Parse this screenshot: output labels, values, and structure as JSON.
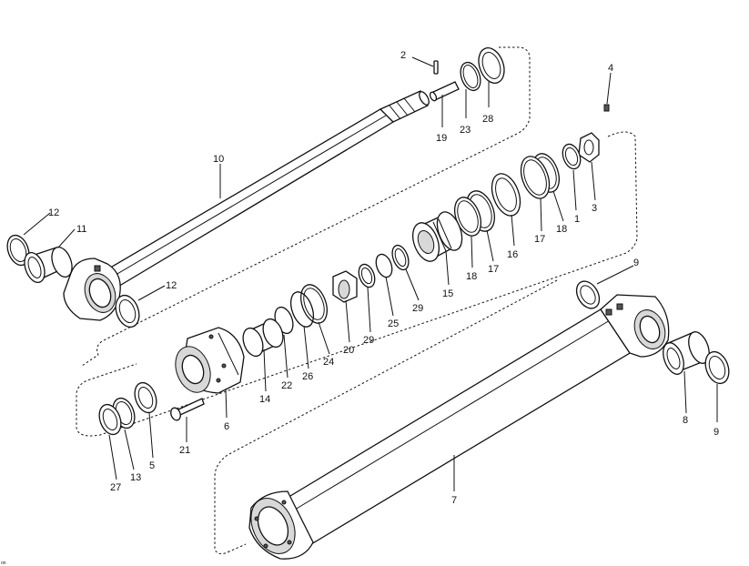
{
  "diagram": {
    "callouts": [
      {
        "id": "1",
        "text": "1"
      },
      {
        "id": "2",
        "text": "2"
      },
      {
        "id": "3",
        "text": "3"
      },
      {
        "id": "4",
        "text": "4"
      },
      {
        "id": "5",
        "text": "5"
      },
      {
        "id": "6",
        "text": "6"
      },
      {
        "id": "7",
        "text": "7"
      },
      {
        "id": "8",
        "text": "8"
      },
      {
        "id": "9a",
        "text": "9"
      },
      {
        "id": "9b",
        "text": "9"
      },
      {
        "id": "10",
        "text": "10"
      },
      {
        "id": "11",
        "text": "11"
      },
      {
        "id": "12a",
        "text": "12"
      },
      {
        "id": "12b",
        "text": "12"
      },
      {
        "id": "13",
        "text": "13"
      },
      {
        "id": "14",
        "text": "14"
      },
      {
        "id": "15",
        "text": "15"
      },
      {
        "id": "16",
        "text": "16"
      },
      {
        "id": "17a",
        "text": "17"
      },
      {
        "id": "17b",
        "text": "17"
      },
      {
        "id": "18a",
        "text": "18"
      },
      {
        "id": "18b",
        "text": "18"
      },
      {
        "id": "19",
        "text": "19"
      },
      {
        "id": "20",
        "text": "20"
      },
      {
        "id": "21",
        "text": "21"
      },
      {
        "id": "22",
        "text": "22"
      },
      {
        "id": "23",
        "text": "23"
      },
      {
        "id": "24",
        "text": "24"
      },
      {
        "id": "25",
        "text": "25"
      },
      {
        "id": "26",
        "text": "26"
      },
      {
        "id": "27",
        "text": "27"
      },
      {
        "id": "28",
        "text": "28"
      },
      {
        "id": "29a",
        "text": "29"
      },
      {
        "id": "29b",
        "text": "29"
      }
    ],
    "corner_text": "on"
  }
}
